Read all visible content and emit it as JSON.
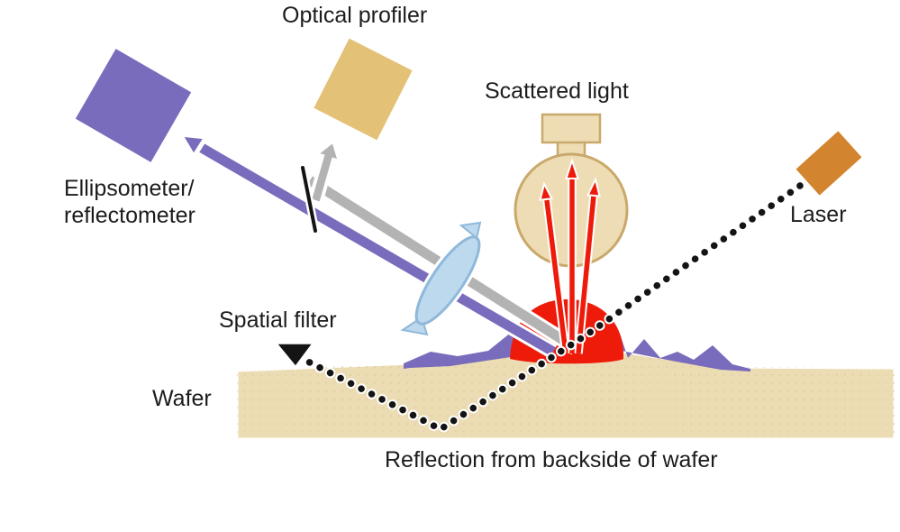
{
  "labels": {
    "optical_profiler": "Optical profiler",
    "scattered_light": "Scattered light",
    "ellipsometer_line1": "Ellipsometer/",
    "ellipsometer_line2": "reflectometer",
    "laser": "Laser",
    "spatial_filter": "Spatial filter",
    "wafer": "Wafer",
    "backside_reflection": "Reflection from backside of wafer"
  },
  "colors": {
    "background": "#ffffff",
    "purple": "#7a6cbc",
    "beam_gray": "#b3b3b3",
    "profiler_gold": "#e3c277",
    "detector_fill": "#eedcb4",
    "detector_stroke": "#c9a96b",
    "laser_orange": "#d2842e",
    "scatter_red": "#ee1b0b",
    "lens_fill": "#bdd9ee",
    "lens_stroke": "#8fb8da",
    "wafer_fill": "#ecdcb3",
    "wafer_texture": "#ddc99b",
    "beam_dot_black": "#141414",
    "label_text": "#1c1c1c"
  }
}
